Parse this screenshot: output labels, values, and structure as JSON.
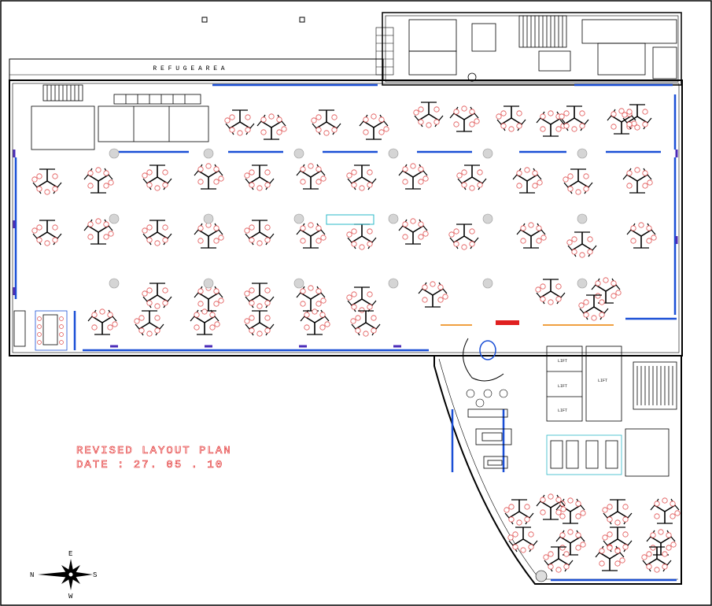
{
  "labels": {
    "refuge_area": "R E F U G E   A R E A",
    "plan_title_line1": "REVISED LAYOUT PLAN",
    "plan_title_line2": "DATE :  27. 05 . 10",
    "lift": "LIFT",
    "compass_e": "E",
    "compass_n": "N",
    "compass_s": "S",
    "compass_w": "W"
  },
  "lift_count_top": 3,
  "lift_count_right": 1,
  "colors": {
    "line": "#000000",
    "glass": "#1a4fd6",
    "partition": "#4b2bb8",
    "chair": "#e05050",
    "column": "#b8b8b8",
    "title_red": "#e02020",
    "accent_orange": "#f0a040",
    "accent_cyan": "#2ab8c8"
  }
}
